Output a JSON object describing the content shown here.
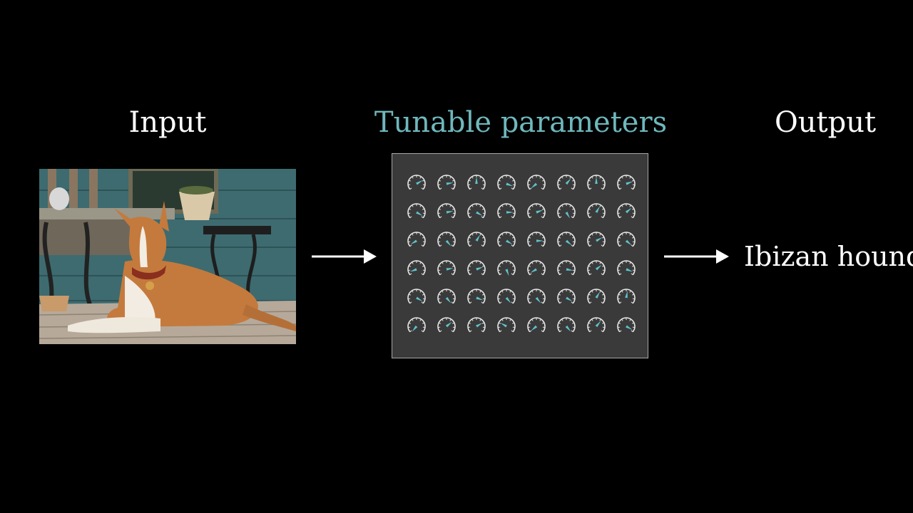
{
  "diagram": {
    "input_title": "Input",
    "params_title": "Tunable parameters",
    "output_title": "Output",
    "output_value": "Ibizan hound"
  },
  "colors": {
    "background": "#000000",
    "text": "#ffffff",
    "accent": "#6fb8bd",
    "panel": "#3a3a3a",
    "dial_needle": "#5fc3cc"
  },
  "dials": {
    "rows": 6,
    "cols": 8,
    "angles": [
      [
        60,
        80,
        0,
        110,
        230,
        40,
        0,
        70
      ],
      [
        120,
        80,
        120,
        90,
        70,
        150,
        30,
        50
      ],
      [
        240,
        140,
        30,
        120,
        90,
        130,
        60,
        130
      ],
      [
        250,
        80,
        70,
        160,
        240,
        100,
        50,
        110
      ],
      [
        120,
        140,
        110,
        140,
        140,
        120,
        30,
        10
      ],
      [
        220,
        50,
        60,
        300,
        230,
        140,
        40,
        120
      ]
    ]
  }
}
